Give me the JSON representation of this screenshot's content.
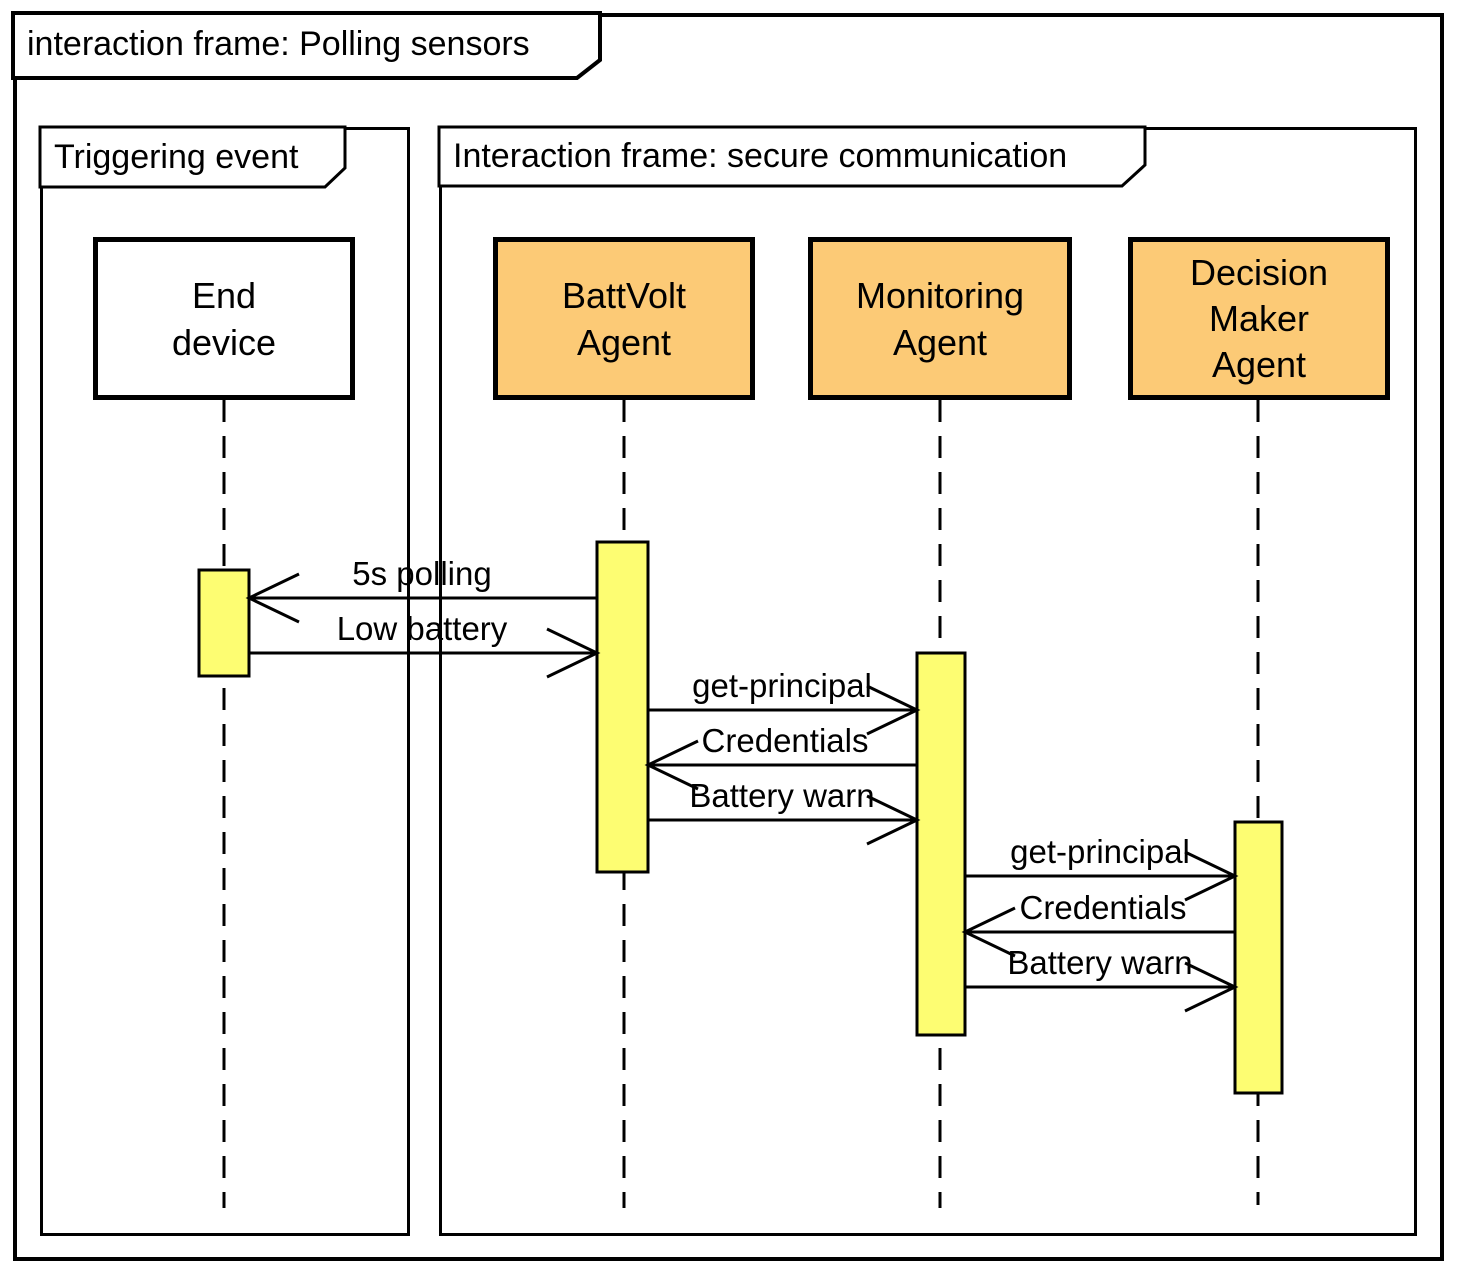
{
  "diagram": {
    "type": "uml-sequence-diagram",
    "outer_frame": {
      "label": "interaction frame: Polling sensors"
    },
    "frames": [
      {
        "label": "Triggering event"
      },
      {
        "label": "Interaction frame: secure communication"
      }
    ],
    "lifelines": [
      {
        "name": "End device",
        "kind": "device",
        "lines": [
          "End",
          "device"
        ]
      },
      {
        "name": "BattVolt Agent",
        "kind": "agent",
        "lines": [
          "BattVolt",
          "Agent"
        ]
      },
      {
        "name": "Monitoring Agent",
        "kind": "agent",
        "lines": [
          "Monitoring",
          "Agent"
        ]
      },
      {
        "name": "Decision Maker Agent",
        "kind": "agent",
        "lines": [
          "Decision",
          "Maker",
          "Agent"
        ]
      }
    ],
    "messages": [
      {
        "label": "5s polling",
        "from": "BattVolt Agent",
        "to": "End device",
        "direction": "left"
      },
      {
        "label": "Low battery",
        "from": "End device",
        "to": "BattVolt Agent",
        "direction": "right"
      },
      {
        "label": "get-principal",
        "from": "BattVolt Agent",
        "to": "Monitoring Agent",
        "direction": "right"
      },
      {
        "label": "Credentials",
        "from": "Monitoring Agent",
        "to": "BattVolt Agent",
        "direction": "left"
      },
      {
        "label": "Battery warn",
        "from": "BattVolt Agent",
        "to": "Monitoring Agent",
        "direction": "right"
      },
      {
        "label": "get-principal",
        "from": "Monitoring Agent",
        "to": "Decision Maker Agent",
        "direction": "right"
      },
      {
        "label": "Credentials",
        "from": "Decision Maker Agent",
        "to": "Monitoring Agent",
        "direction": "left"
      },
      {
        "label": "Battery warn",
        "from": "Monitoring Agent",
        "to": "Decision Maker Agent",
        "direction": "right"
      }
    ],
    "colors": {
      "agent_fill": "#FCCA76",
      "activation_fill": "#FDFD72",
      "line": "#000000",
      "background": "#FFFFFF"
    }
  }
}
